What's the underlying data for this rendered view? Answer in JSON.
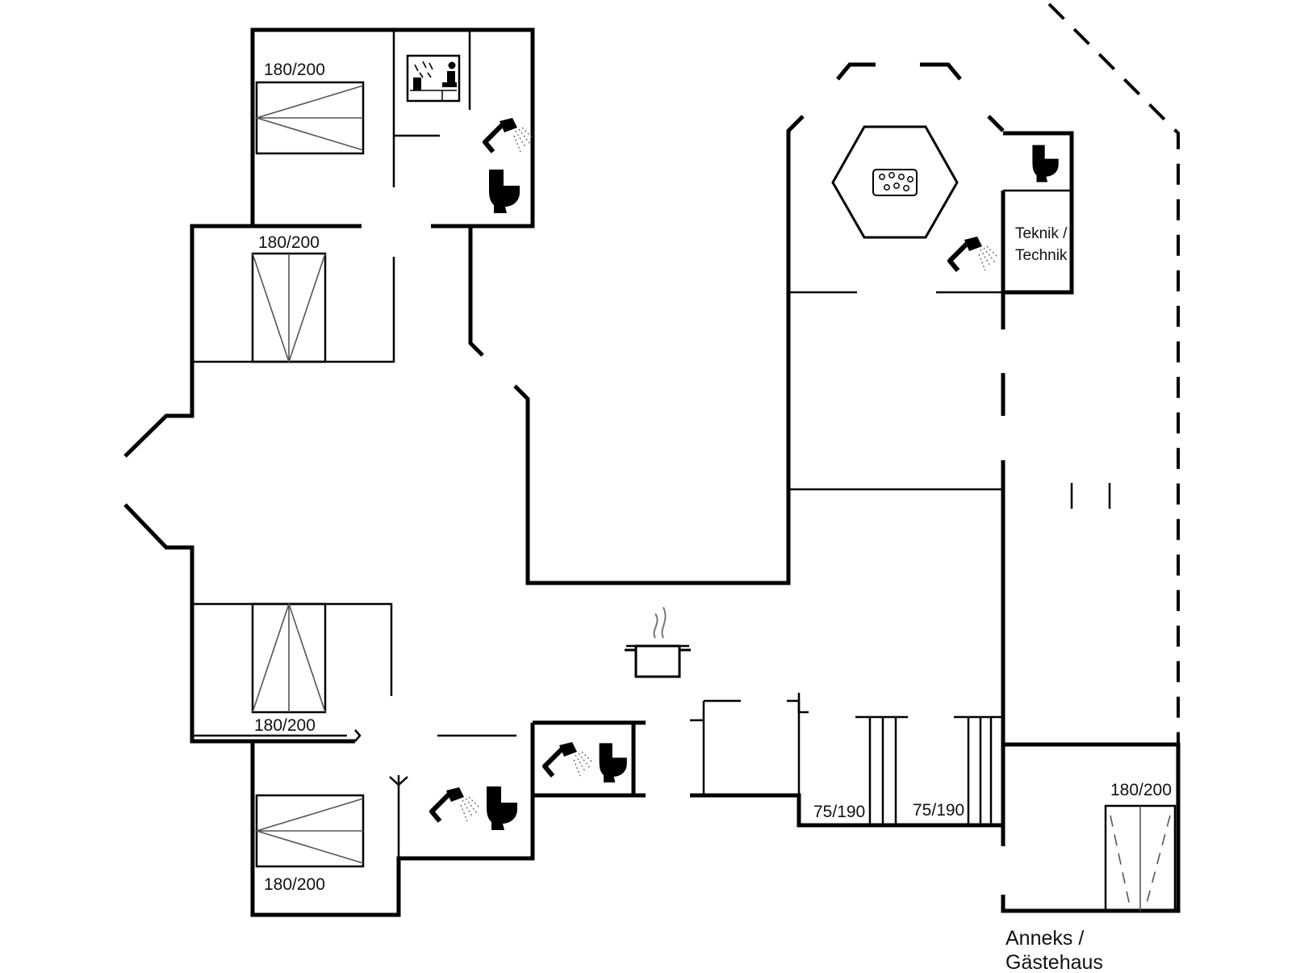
{
  "bed_labels": {
    "bed_1": "180/200",
    "bed_2": "180/200",
    "bed_3": "180/200",
    "bed_4": "180/200",
    "bed_5": "180/200",
    "bunk_1": "75/190",
    "bunk_2": "75/190"
  },
  "room_labels": {
    "technik_line1": "Teknik /",
    "technik_line2": "Technik",
    "annex_line1": "Anneks /",
    "annex_line2": "Gästehaus"
  },
  "icons": [
    "shower-icon",
    "toilet-icon",
    "sauna-icon",
    "spa-icon",
    "cooking-pot-icon"
  ],
  "colors": {
    "lines": "#000000",
    "background": "#ffffff"
  }
}
